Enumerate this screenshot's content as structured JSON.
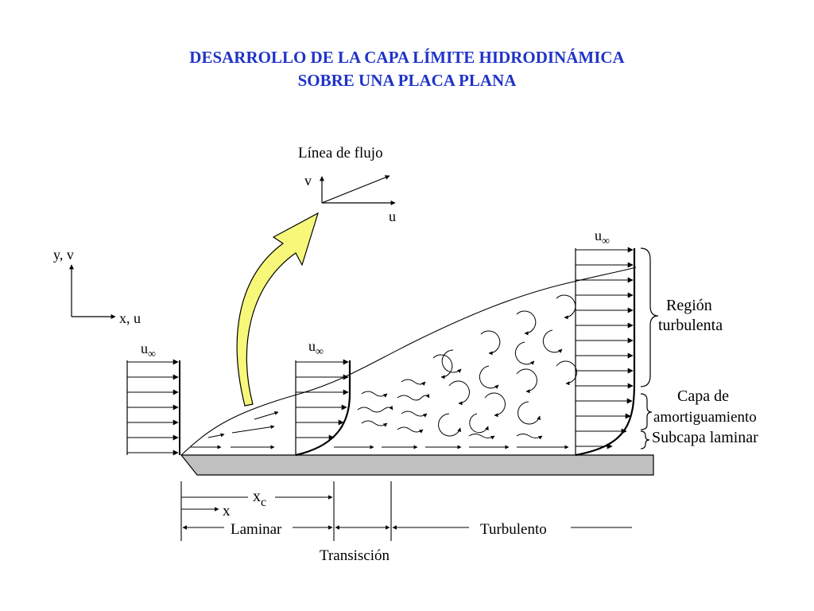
{
  "title": {
    "line1": "DESARROLLO DE LA CAPA LÍMITE HIDRODINÁMICA",
    "line2": "SOBRE UNA PLACA PLANA"
  },
  "colors": {
    "title": "#1f33c8",
    "arrow_fill": "#f7f77a",
    "plate": "#c0c0c0"
  },
  "labels": {
    "streamline": "Línea de flujo",
    "v": "v",
    "u": "u",
    "yv": "y, v",
    "xu": "x, u",
    "u_inf": "u",
    "inf": "∞",
    "region_turb_1": "Región",
    "region_turb_2": "turbulenta",
    "buffer_1": "Capa de",
    "buffer_2": "amortiguamiento",
    "sublayer": "Subcapa  laminar",
    "xc": "x",
    "xc_sub": "c",
    "x": "x",
    "laminar": "Laminar",
    "transition": "Transisción",
    "turbulent": "Turbulento"
  }
}
